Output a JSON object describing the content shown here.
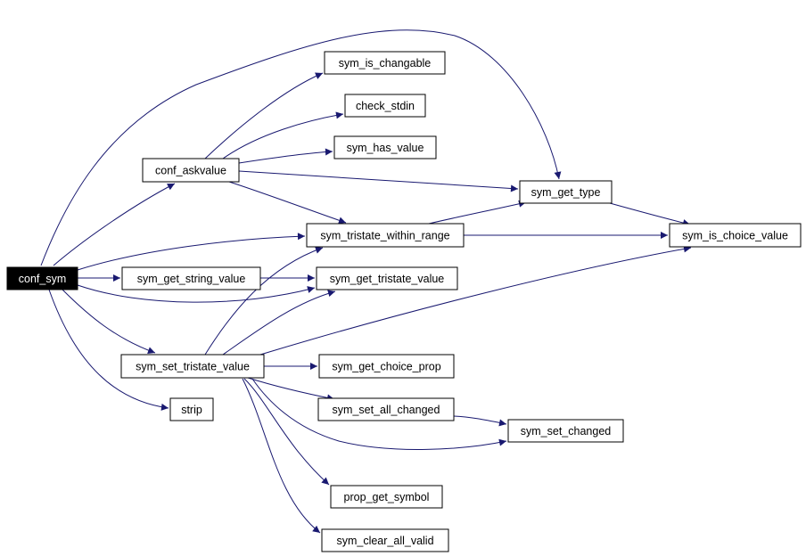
{
  "graph": {
    "root": "conf_sym",
    "edge_color": "#191970",
    "root_fill": "#000000",
    "node_fill": "#ffffff",
    "nodes": [
      {
        "id": "conf_sym",
        "label": "conf_sym"
      },
      {
        "id": "conf_askvalue",
        "label": "conf_askvalue"
      },
      {
        "id": "sym_is_changable",
        "label": "sym_is_changable"
      },
      {
        "id": "check_stdin",
        "label": "check_stdin"
      },
      {
        "id": "sym_has_value",
        "label": "sym_has_value"
      },
      {
        "id": "sym_get_type",
        "label": "sym_get_type"
      },
      {
        "id": "sym_tristate_within_range",
        "label": "sym_tristate_within_range"
      },
      {
        "id": "sym_is_choice_value",
        "label": "sym_is_choice_value"
      },
      {
        "id": "sym_get_string_value",
        "label": "sym_get_string_value"
      },
      {
        "id": "sym_get_tristate_value",
        "label": "sym_get_tristate_value"
      },
      {
        "id": "sym_set_tristate_value",
        "label": "sym_set_tristate_value"
      },
      {
        "id": "sym_get_choice_prop",
        "label": "sym_get_choice_prop"
      },
      {
        "id": "strip",
        "label": "strip"
      },
      {
        "id": "sym_set_all_changed",
        "label": "sym_set_all_changed"
      },
      {
        "id": "sym_set_changed",
        "label": "sym_set_changed"
      },
      {
        "id": "prop_get_symbol",
        "label": "prop_get_symbol"
      },
      {
        "id": "sym_clear_all_valid",
        "label": "sym_clear_all_valid"
      }
    ],
    "edges": [
      [
        "conf_sym",
        "sym_get_type"
      ],
      [
        "conf_sym",
        "conf_askvalue"
      ],
      [
        "conf_sym",
        "sym_tristate_within_range"
      ],
      [
        "conf_sym",
        "sym_get_string_value"
      ],
      [
        "conf_sym",
        "sym_get_tristate_value"
      ],
      [
        "conf_sym",
        "sym_set_tristate_value"
      ],
      [
        "conf_sym",
        "strip"
      ],
      [
        "conf_askvalue",
        "sym_is_changable"
      ],
      [
        "conf_askvalue",
        "check_stdin"
      ],
      [
        "conf_askvalue",
        "sym_has_value"
      ],
      [
        "conf_askvalue",
        "sym_get_type"
      ],
      [
        "conf_askvalue",
        "sym_tristate_within_range"
      ],
      [
        "sym_get_type",
        "sym_is_choice_value"
      ],
      [
        "sym_tristate_within_range",
        "sym_get_type"
      ],
      [
        "sym_tristate_within_range",
        "sym_is_choice_value"
      ],
      [
        "sym_get_string_value",
        "sym_get_tristate_value"
      ],
      [
        "sym_set_tristate_value",
        "sym_tristate_within_range"
      ],
      [
        "sym_set_tristate_value",
        "sym_get_tristate_value"
      ],
      [
        "sym_set_tristate_value",
        "sym_is_choice_value"
      ],
      [
        "sym_set_tristate_value",
        "sym_get_choice_prop"
      ],
      [
        "sym_set_tristate_value",
        "sym_set_all_changed"
      ],
      [
        "sym_set_tristate_value",
        "sym_set_changed"
      ],
      [
        "sym_set_tristate_value",
        "prop_get_symbol"
      ],
      [
        "sym_set_tristate_value",
        "sym_clear_all_valid"
      ],
      [
        "sym_set_all_changed",
        "sym_set_changed"
      ]
    ]
  }
}
